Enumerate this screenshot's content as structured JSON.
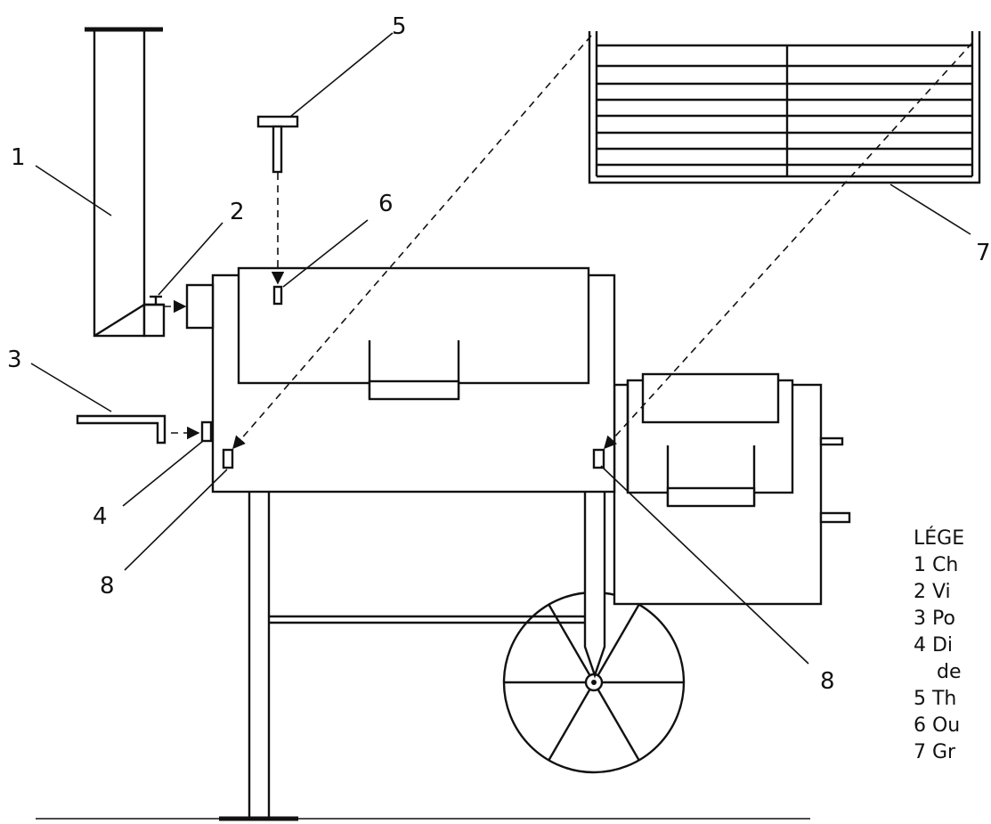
{
  "callouts": [
    "1",
    "2",
    "3",
    "4",
    "5",
    "6",
    "7",
    "8",
    "8"
  ],
  "legend": {
    "title": "LÉGE",
    "items": [
      {
        "text": "1  Ch"
      },
      {
        "text": "2  Vi"
      },
      {
        "text": "3  Po"
      },
      {
        "text": "4  Di"
      },
      {
        "text": "de"
      },
      {
        "text": "5  Th"
      },
      {
        "text": "6  Ou"
      },
      {
        "text": "7  Gr"
      }
    ]
  }
}
